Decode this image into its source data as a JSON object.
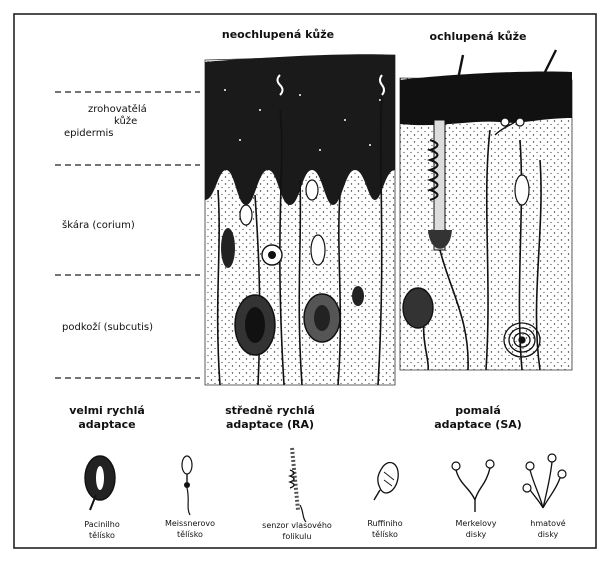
{
  "headers": {
    "hairless_skin": "neochlupená kůže",
    "hairy_skin": "ochlupená kůže"
  },
  "layers": {
    "stratum_corneum": "zrohovatělá",
    "stratum_corneum_2": "kůže",
    "epidermis": "epidermis",
    "dermis": "škára (corium)",
    "subcutis": "podkoží (subcutis)"
  },
  "adaptation": {
    "very_fast_1": "velmi rychlá",
    "very_fast_2": "adaptace",
    "medium_1": "středně rychlá",
    "medium_2": "adaptace (RA)",
    "slow_1": "pomalá",
    "slow_2": "adaptace (SA)"
  },
  "receptors": [
    {
      "line1": "Pacinilho",
      "line2": "tělísko"
    },
    {
      "line1": "Meissnerovo",
      "line2": "tělísko"
    },
    {
      "line1": "senzor vlasového",
      "line2": "folikulu"
    },
    {
      "line1": "Ruffiniho",
      "line2": "tělísko"
    },
    {
      "line1": "Merkelovy",
      "line2": "disky"
    },
    {
      "line1": "hmatové",
      "line2": "disky"
    }
  ]
}
